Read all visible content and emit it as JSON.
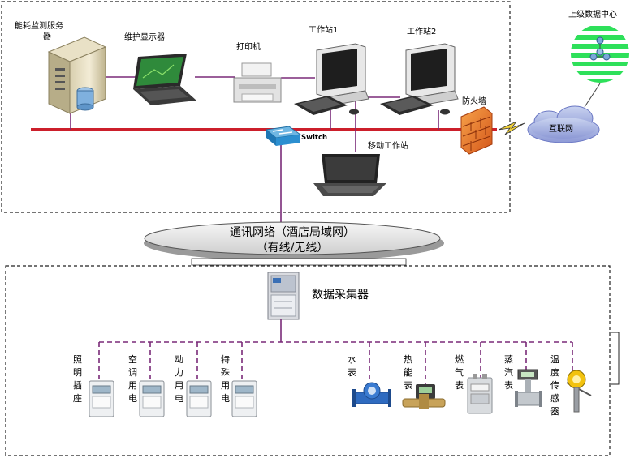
{
  "top_section": {
    "server_label_line1": "能耗监测服务",
    "server_label_line2": "器",
    "monitor_label": "维护显示器",
    "printer_label": "打印机",
    "workstation1_label": "工作站1",
    "workstation2_label": "工作站2",
    "firewall_label": "防火墙",
    "switch_label": "Switch",
    "mobile_label": "移动工作站"
  },
  "external": {
    "datacenter_label": "上级数据中心",
    "internet_label": "互联网"
  },
  "network": {
    "line1": "通讯网络（酒店局域网）",
    "line2": "（有线/无线）"
  },
  "bottom_section": {
    "collector_label": "数据采集器",
    "meters_left": [
      "照明插座",
      "空调用电",
      "动力用电",
      "特殊用电"
    ],
    "meters_right": [
      "水表",
      "热能表",
      "燃气表",
      "蒸汽表",
      "温度传感器"
    ]
  },
  "colors": {
    "backbone": "#cc1f2b",
    "bus": "#7a2a78",
    "globe": "#2ee05a"
  }
}
